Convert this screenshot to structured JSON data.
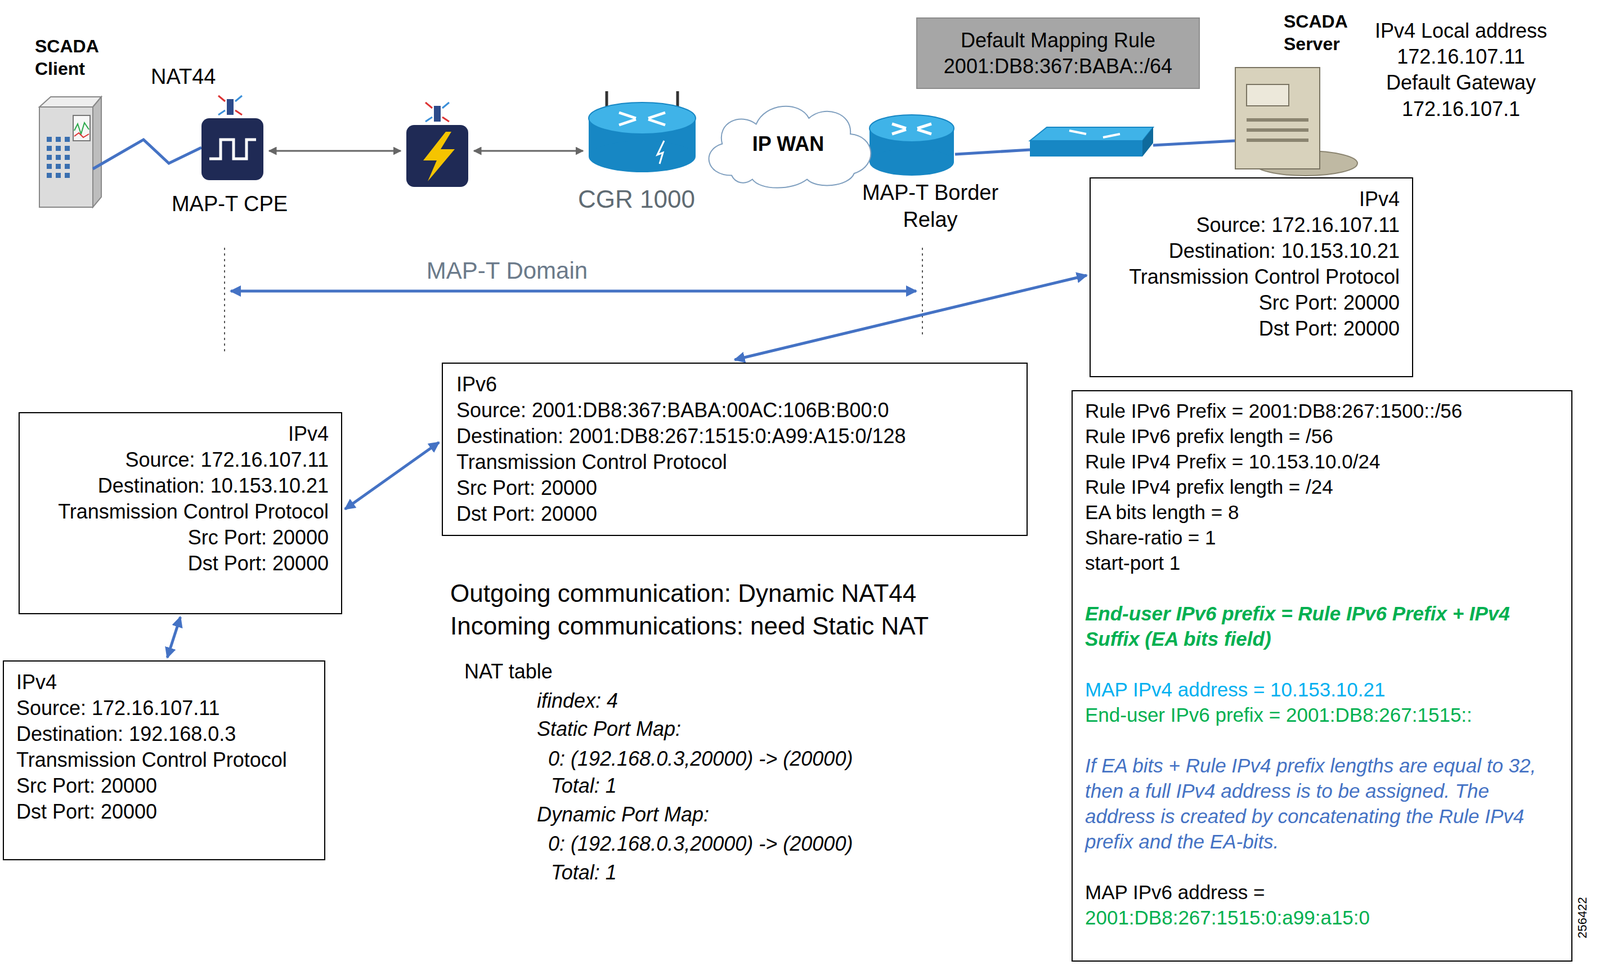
{
  "diagram": {
    "nodes": [
      {
        "text": [
          "Default Mapping Rule",
          "2001:DB8:367:BABA::/64"
        ]
      },
      {
        "text": [
          "IP WAN"
        ]
      },
      {
        "text": [
          "IPv4",
          "Source: 172.16.107.11",
          "Destination: 10.153.10.21",
          "Transmission Control Protocol",
          "Src Port: 20000",
          "Dst Port: 20000"
        ]
      },
      {
        "text": [
          "IPv6",
          "Source: 2001:DB8:367:BABA:00AC:106B:B00:0",
          "Destination: 2001:DB8:267:1515:0:A99:A15:0/128",
          "Transmission Control Protocol",
          "Src Port: 20000",
          "Dst Port: 20000"
        ]
      },
      {
        "text": [
          "Rule IPv6 Prefix = 2001:DB8:267:1500::/56",
          "Rule IPv6 prefix length = /56",
          "Rule IPv4 Prefix = 10.153.10.0/24",
          "Rule IPv4 prefix length = /24",
          "EA bits length = 8",
          "Share-ratio = 1",
          "start-port 1",
          "End-user IPv6 prefix = Rule IPv6 Prefix + IPv4 Suffix (EA bits field)",
          "MAP IPv4 address = 10.153.10.21",
          "End-user IPv6 prefix = 2001:DB8:267:1515::",
          "If EA bits + Rule IPv4 prefix lengths are equal to 32, then a full IPv4 address is to be assigned. The address is created by concatenating the Rule IPv4 prefix and the EA-bits.",
          "MAP IPv6 address =",
          "2001:DB8:267:1515:0:a99:a15:0"
        ]
      },
      {
        "text": [
          "IPv4",
          "Source: 172.16.107.11",
          "Destination: 10.153.10.21",
          "Transmission Control Protocol",
          "Src Port: 20000",
          "Dst Port: 20000"
        ]
      },
      {
        "text": [
          "IPv4",
          "Source: 172.16.107.11",
          "Destination: 192.168.0.3",
          "Transmission Control Protocol",
          "Src Port: 20000",
          "Dst Port: 20000"
        ]
      }
    ],
    "edges": [
      {
        "from": 3,
        "to": 2,
        "arrow": "both"
      },
      {
        "from": 5,
        "to": 3,
        "arrow": "both"
      },
      {
        "from": 5,
        "to": 6,
        "arrow": "both"
      }
    ],
    "labels": [
      "SCADA Client",
      "NAT44",
      "MAP-T CPE",
      "CGR 1000",
      "MAP-T Border Relay",
      "SCADA Server",
      "IPv4 Local address",
      "172.16.107.11",
      "Default Gateway",
      "172.16.107.1",
      "MAP-T Domain",
      "Outgoing communication: Dynamic NAT44",
      "Incoming communications: need Static NAT",
      "NAT table",
      "ifindex: 4",
      "Static Port Map:",
      "0: (192.168.0.3,20000) -> (20000)",
      "Total: 1",
      "Dynamic Port Map:",
      "0: (192.168.0.3,20000) -> (20000)",
      "Total: 1",
      "256422"
    ]
  }
}
